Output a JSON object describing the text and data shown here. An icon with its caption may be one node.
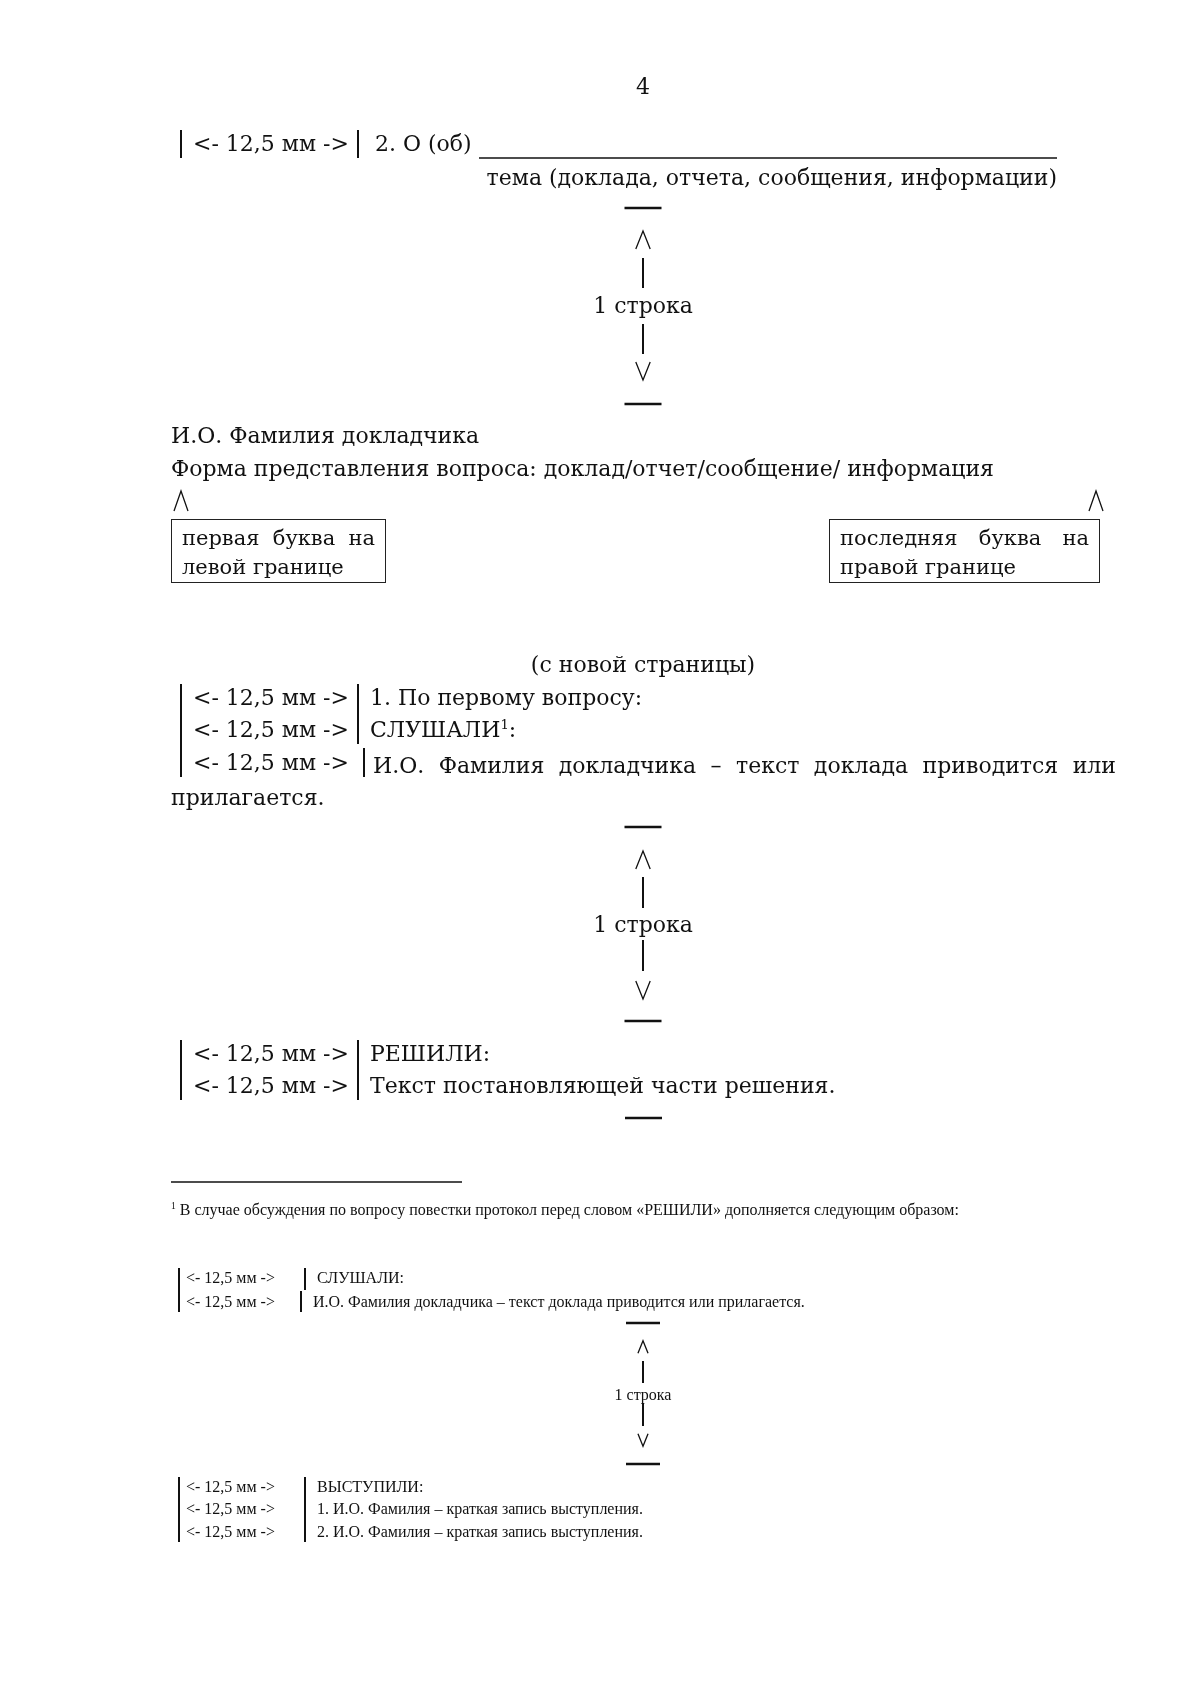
{
  "diagram": {
    "nodes": [
      {
        "text": [
          "первая буква на левой границе"
        ]
      },
      {
        "text": [
          "последняя буква на правой границе"
        ]
      }
    ],
    "labels": [
      "4",
      "<- 12,5 мм ->",
      "2. О (об)",
      "тема (доклада, отчета, сообщения, информации)",
      "1 строка",
      "И.О. Фамилия докладчика",
      "Форма представления вопроса: доклад/отчет/сообщение/ информация",
      "(с новой страницы)",
      "<- 12,5 мм ->",
      "1. По первому вопросу:",
      "<- 12,5 мм ->",
      "СЛУШАЛИ$^{1}$:",
      "<- 12,5 мм ->",
      "И.О. Фамилия докладчика – текст доклада приводится или прилагается.",
      "1 строка",
      "<- 12,5 мм ->",
      "РЕШИЛИ:",
      "<- 12,5 мм ->",
      "Текст постановляющей части решения.",
      "$^{1}$ В случае обсуждения по вопросу повестки протокол перед словом «РЕШИЛИ» дополняется следующим образом:",
      "<- 12,5 мм ->",
      "СЛУШАЛИ:",
      "<- 12,5 мм ->",
      "И.О. Фамилия докладчика – текст доклада приводится или прилагается.",
      "1 строка",
      "<- 12,5 мм ->",
      "ВЫСТУПИЛИ:",
      "<- 12,5 мм ->",
      "1. И.О. Фамилия – краткая запись выступления.",
      "<- 12,5 мм ->",
      "2. И.О. Фамилия – краткая запись выступления."
    ]
  }
}
